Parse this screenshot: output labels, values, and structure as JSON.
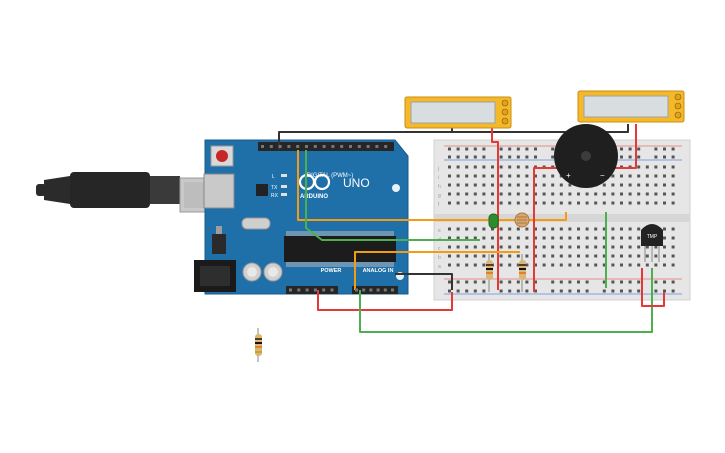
{
  "arduino": {
    "brand_label": "UNO",
    "logo_text": "ARDUINO",
    "digital_label": "DIGITAL (PWM~)",
    "power_label": "POWER",
    "analog_label": "ANALOG IN",
    "tx_label": "TX",
    "rx_label": "RX",
    "l_label": "L",
    "board_color": "#1f6fa8"
  },
  "components": {
    "temp_sensor_label": "TMP",
    "buzzer_plus": "+",
    "buzzer_minus": "−"
  },
  "breadboard": {
    "rows_top": [
      "j",
      "i",
      "h",
      "g",
      "f"
    ],
    "rows_bottom": [
      "e",
      "d",
      "c",
      "b",
      "a"
    ]
  },
  "wire_colors": {
    "red": "#e53935",
    "black": "#333333",
    "orange": "#f39c12",
    "green": "#4caf50"
  }
}
